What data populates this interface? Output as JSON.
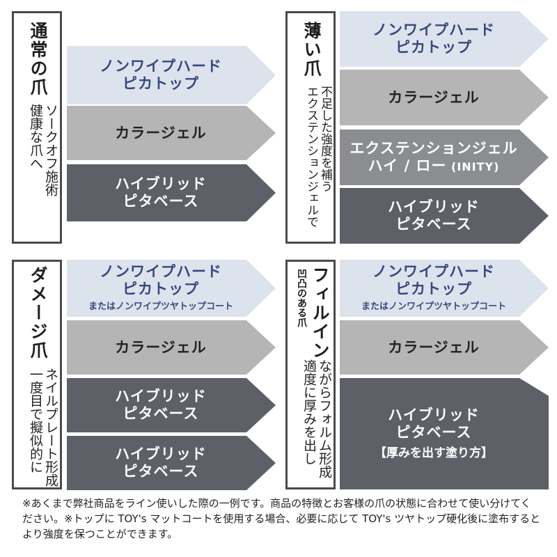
{
  "panels": {
    "normal": {
      "title": "通常の爪",
      "sub1": "健康な爪へ",
      "sub2": "ソークオフ施術",
      "steps": [
        {
          "line1": "ノンワイプハード",
          "line2": "ピカトップ"
        },
        {
          "line1": "カラージェル"
        },
        {
          "line1": "ハイブリッド",
          "line2": "ピタベース"
        }
      ]
    },
    "thin": {
      "title": "薄い爪",
      "sub1": "エクステンションジェルで",
      "sub2": "不足した強度を補う",
      "steps": [
        {
          "line1": "ノンワイプハード",
          "line2": "ピカトップ"
        },
        {
          "line1": "カラージェル"
        },
        {
          "line1": "エクステンションジェル",
          "line2": "ハイ / ロー",
          "line2b": " (INITY)"
        },
        {
          "line1": "ハイブリッド",
          "line2": "ピタベース"
        }
      ]
    },
    "damage": {
      "title": "ダメージ爪",
      "sub1": "一度目で擬似的に",
      "sub2": "ネイルプレート形成",
      "steps": [
        {
          "line1": "ノンワイプハード",
          "line2": "ピカトップ",
          "note": "またはノンワイプツヤトップコート"
        },
        {
          "line1": "カラージェル"
        },
        {
          "line1": "ハイブリッド",
          "line2": "ピタベース"
        },
        {
          "line1": "ハイブリッド",
          "line2": "ピタベース"
        }
      ]
    },
    "fillin": {
      "title": "フィルイン",
      "title_small": "凹凸のある爪",
      "sub1": "適度に厚みを出し",
      "sub2": "ながらフォルム形成",
      "steps": [
        {
          "line1": "ノンワイプハード",
          "line2": "ピカトップ",
          "note": "またはノンワイプツヤトップコート"
        },
        {
          "line1": "カラージェル"
        },
        {
          "line1": "ハイブリッド",
          "line2": "ピタベース",
          "line3": "【厚みを出す塗り方】"
        }
      ]
    }
  },
  "footnote": "※あくまで弊社商品をライン使いした際の一例です。商品の特徴とお客様の爪の状態に合わせて使い分けてください。※トップに TOY's マットコートを使用する場合、必要に応じて TOY's ツヤトップ硬化後に塗布するとより強度を保つことができます。",
  "colors": {
    "light": "#dde3ed",
    "light_text": "#36497c",
    "mid": "#b5b5b5",
    "dark": "#8b8d91",
    "darker": "#5d6066",
    "border": "#4a4a4a"
  }
}
